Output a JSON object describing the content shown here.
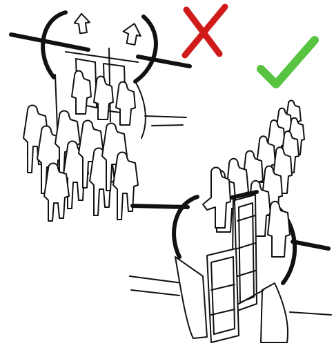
{
  "illustration": {
    "left_scene": {
      "verdict": "incorrect",
      "mark": "red-x",
      "mark_color": "#d11a1a"
    },
    "right_scene": {
      "verdict": "correct",
      "mark": "green-check",
      "mark_color": "#57c341"
    }
  }
}
